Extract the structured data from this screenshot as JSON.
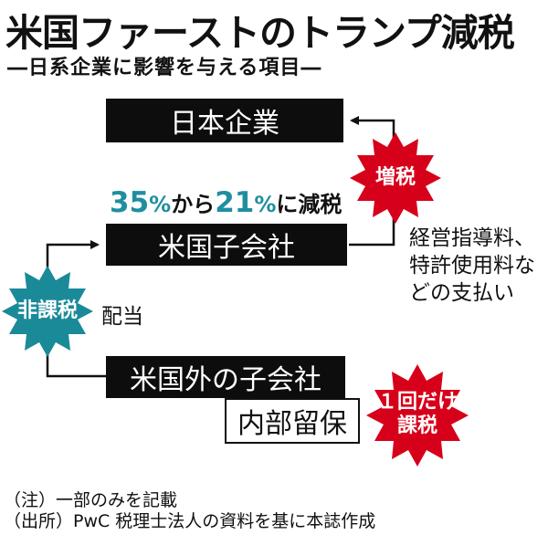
{
  "header": {
    "title": "米国ファーストのトランプ減税",
    "subtitle": "―日系企業に影響を与える項目―"
  },
  "boxes": {
    "japan": "日本企業",
    "us_sub": "米国子会社",
    "foreign_sub": "米国外の子会社",
    "retained": "内部留保"
  },
  "tax_reduction": {
    "from": "35",
    "from_unit": "%",
    "connector": "から",
    "to": "21",
    "to_unit": "%",
    "suffix": "に減税"
  },
  "badges": {
    "increase": "増税",
    "nontax": "非課税",
    "once_line1": "１回だけ",
    "once_line2": "課税"
  },
  "labels": {
    "dividend": "配当",
    "payments_line1": "経営指導料、",
    "payments_line2": "特許使用料な",
    "payments_line3": "どの支払い"
  },
  "footer": {
    "note": "（注）一部のみを記載",
    "source": "（出所）PwC 税理士法人の資料を基に本誌作成"
  },
  "colors": {
    "burst_red": "#d7001a",
    "burst_teal": "#1a8a99",
    "accent_number": "#1f8fa0"
  }
}
